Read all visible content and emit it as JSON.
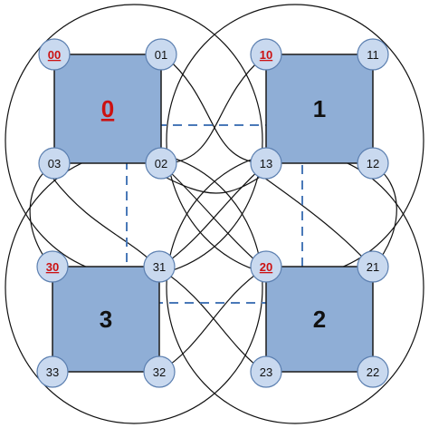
{
  "colors": {
    "square_fill": "#8faed6",
    "square_stroke": "#1a1a1a",
    "node_fill": "#c9d9ef",
    "node_stroke": "#5b7fb0",
    "dashed": "#4a79b8",
    "highlight_text": "#cc1111"
  },
  "groups": [
    {
      "label": "0",
      "highlight": true,
      "nodes": [
        {
          "label": "00",
          "highlight": true
        },
        {
          "label": "01",
          "highlight": false
        },
        {
          "label": "02",
          "highlight": false
        },
        {
          "label": "03",
          "highlight": false
        }
      ]
    },
    {
      "label": "1",
      "highlight": false,
      "nodes": [
        {
          "label": "10",
          "highlight": true
        },
        {
          "label": "11",
          "highlight": false
        },
        {
          "label": "12",
          "highlight": false
        },
        {
          "label": "13",
          "highlight": false
        }
      ]
    },
    {
      "label": "2",
      "highlight": false,
      "nodes": [
        {
          "label": "20",
          "highlight": true
        },
        {
          "label": "21",
          "highlight": false
        },
        {
          "label": "22",
          "highlight": false
        },
        {
          "label": "23",
          "highlight": false
        }
      ]
    },
    {
      "label": "3",
      "highlight": false,
      "nodes": [
        {
          "label": "30",
          "highlight": true
        },
        {
          "label": "31",
          "highlight": false
        },
        {
          "label": "32",
          "highlight": false
        },
        {
          "label": "33",
          "highlight": false
        }
      ]
    }
  ]
}
